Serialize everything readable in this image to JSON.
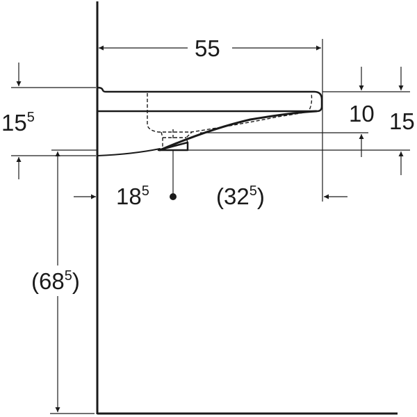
{
  "drawing": {
    "subject": "Wall-hung washbasin side view with dimensions",
    "unit": "cm",
    "colors": {
      "line": "#1a1a1a",
      "background": "#ffffff"
    }
  },
  "dimensions": {
    "width_top": {
      "main": "55",
      "sup": "",
      "paren": false
    },
    "rim_to_underside": {
      "main": "15",
      "sup": "5",
      "paren": false
    },
    "right_height_10": {
      "main": "10",
      "sup": "",
      "paren": false
    },
    "right_height_15": {
      "main": "15",
      "sup": "",
      "paren": false
    },
    "wall_to_drain": {
      "main": "18",
      "sup": "5",
      "paren": false
    },
    "drain_to_front": {
      "main": "32",
      "sup": "5",
      "paren": true,
      "open": "(",
      "close": ")"
    },
    "floor_height": {
      "main": "68",
      "sup": "5",
      "paren": true,
      "open": "(",
      "close": ")"
    }
  }
}
